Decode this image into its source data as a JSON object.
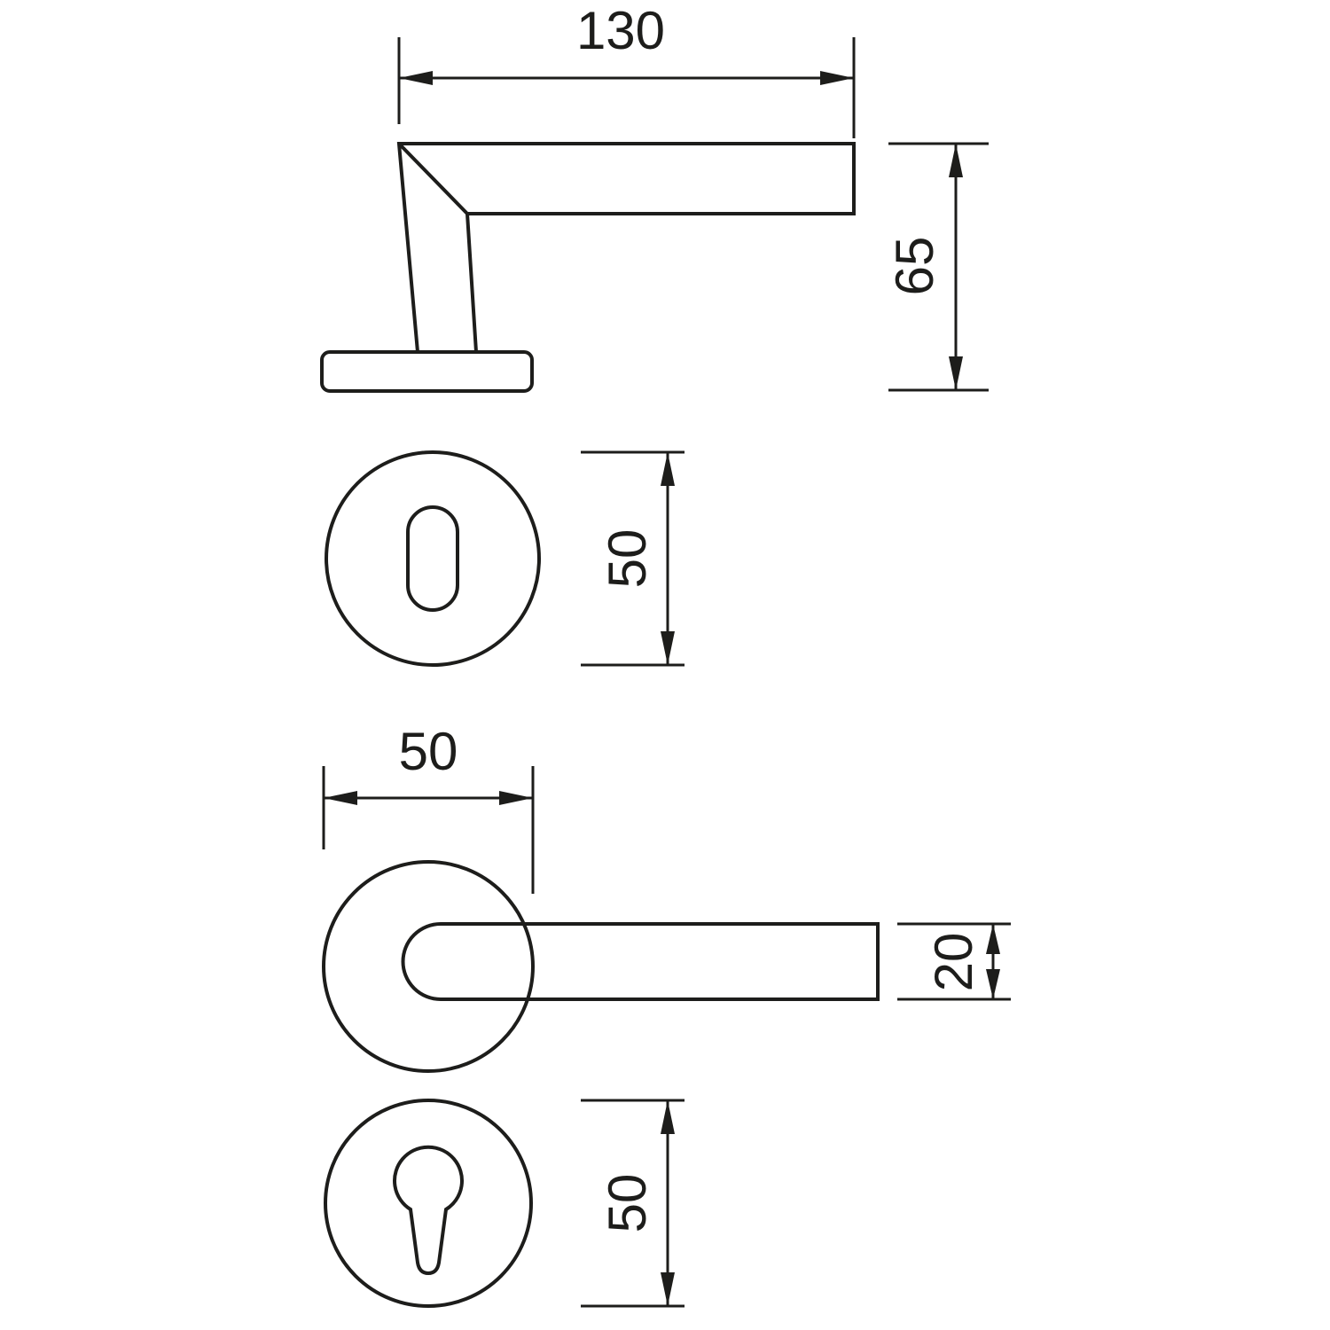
{
  "meta": {
    "description": "Technical dimension drawing of a door lever handle set: side view of lever, keyhole rose, front view of lever on round rose, euro-cylinder rose"
  },
  "dims": {
    "handle_length": "130",
    "handle_height": "65",
    "key_rose_diameter": "50",
    "rose_diameter": "50",
    "lever_section": "20",
    "cylinder_rose_diameter": "50"
  },
  "colors": {
    "line": "#1d1d1b",
    "background": "#ffffff"
  }
}
